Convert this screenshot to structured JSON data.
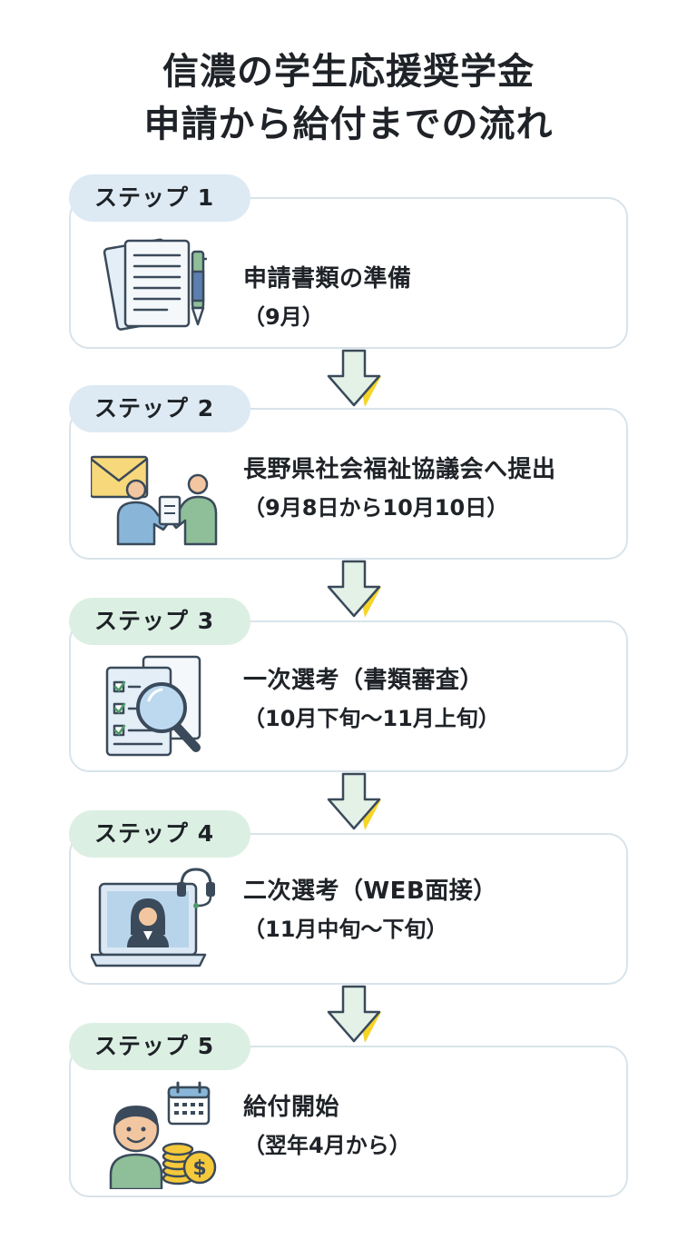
{
  "title": {
    "line1": "信濃の学生応援奨学金",
    "line2": "申請から給付までの流れ"
  },
  "steps": [
    {
      "label": "ステップ 1",
      "main": "申請書類の準備",
      "sub": "（9月）",
      "icon": "documents-pen-icon"
    },
    {
      "label": "ステップ 2",
      "main": "長野県社会福祉協議会へ提出",
      "sub": "（9月8日から10月10日）",
      "icon": "envelope-handover-icon"
    },
    {
      "label": "ステップ 3",
      "main": "一次選考（書類審査）",
      "sub": "（10月下旬～11月上旬）",
      "icon": "document-review-magnifier-icon"
    },
    {
      "label": "ステップ 4",
      "main": "二次選考（WEB面接）",
      "sub": "（11月中旬～下旬）",
      "icon": "laptop-video-interview-icon"
    },
    {
      "label": "ステップ 5",
      "main": "給付開始",
      "sub": "（翌年4月から）",
      "icon": "person-calendar-coins-icon"
    }
  ],
  "colors": {
    "pill_blue": "#dde9f3",
    "pill_green": "#dcefe3",
    "card_border": "#d8e3ea",
    "arrow_fill": "#e4f1e6",
    "arrow_accent": "#f6d528"
  }
}
